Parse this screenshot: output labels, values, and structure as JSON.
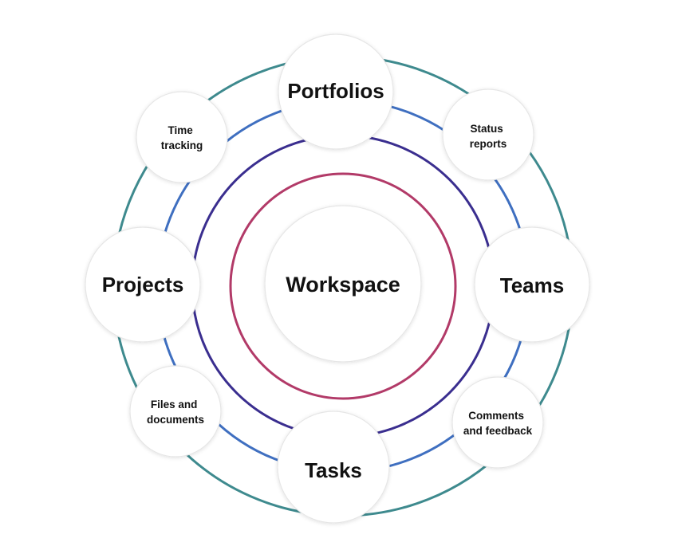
{
  "colors": {
    "outer_ring": "#3e8a8e",
    "second_ring": "#3f6fc0",
    "third_ring": "#3a2e8f",
    "inner_ring": "#b23a68",
    "node_fill": "#ffffff",
    "node_stroke": "#e6e6e6"
  },
  "center": {
    "label": "Workspace"
  },
  "major_nodes": {
    "portfolios": {
      "label": "Portfolios"
    },
    "teams": {
      "label": "Teams"
    },
    "tasks": {
      "label": "Tasks"
    },
    "projects": {
      "label": "Projects"
    }
  },
  "minor_nodes": {
    "status_reports": {
      "lines": [
        "Status",
        "reports"
      ]
    },
    "comments_feedback": {
      "lines": [
        "Comments",
        "and feedback"
      ]
    },
    "files_documents": {
      "lines": [
        "Files and",
        "documents"
      ]
    },
    "time_tracking": {
      "lines": [
        "Time",
        "tracking"
      ]
    }
  }
}
